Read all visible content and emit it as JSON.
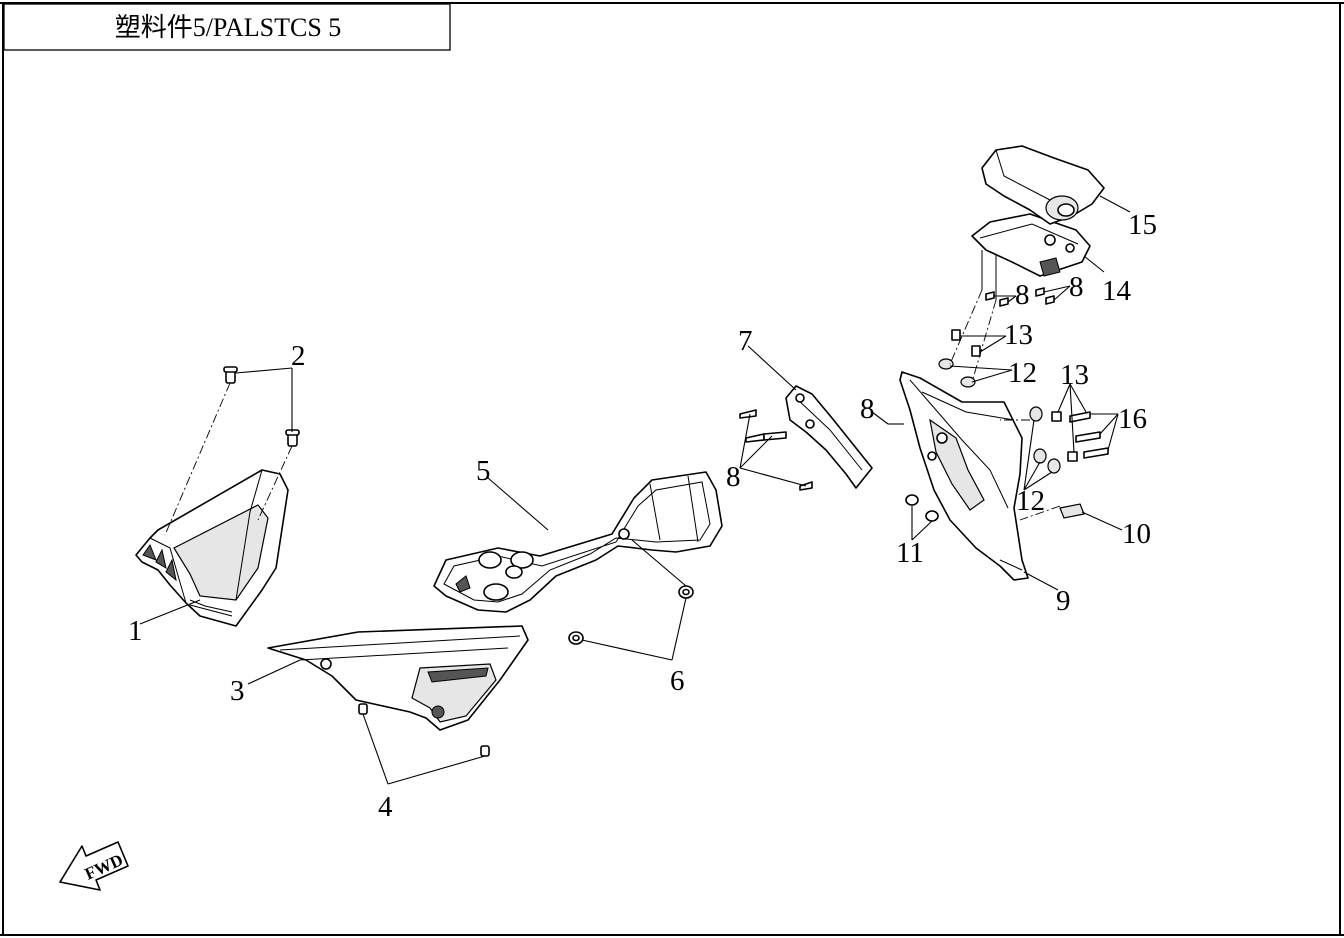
{
  "title": "塑料件5/PALSTCS 5",
  "fwd_label": "FWD",
  "callouts": {
    "c1": "1",
    "c2": "2",
    "c3": "3",
    "c4": "4",
    "c5": "5",
    "c6": "6",
    "c7": "7",
    "c8a": "8",
    "c8b": "8",
    "c8c": "8",
    "c8d": "8",
    "c9": "9",
    "c10": "10",
    "c11": "11",
    "c12a": "12",
    "c12b": "12",
    "c13a": "13",
    "c13b": "13",
    "c14": "14",
    "c15": "15",
    "c16": "16"
  }
}
